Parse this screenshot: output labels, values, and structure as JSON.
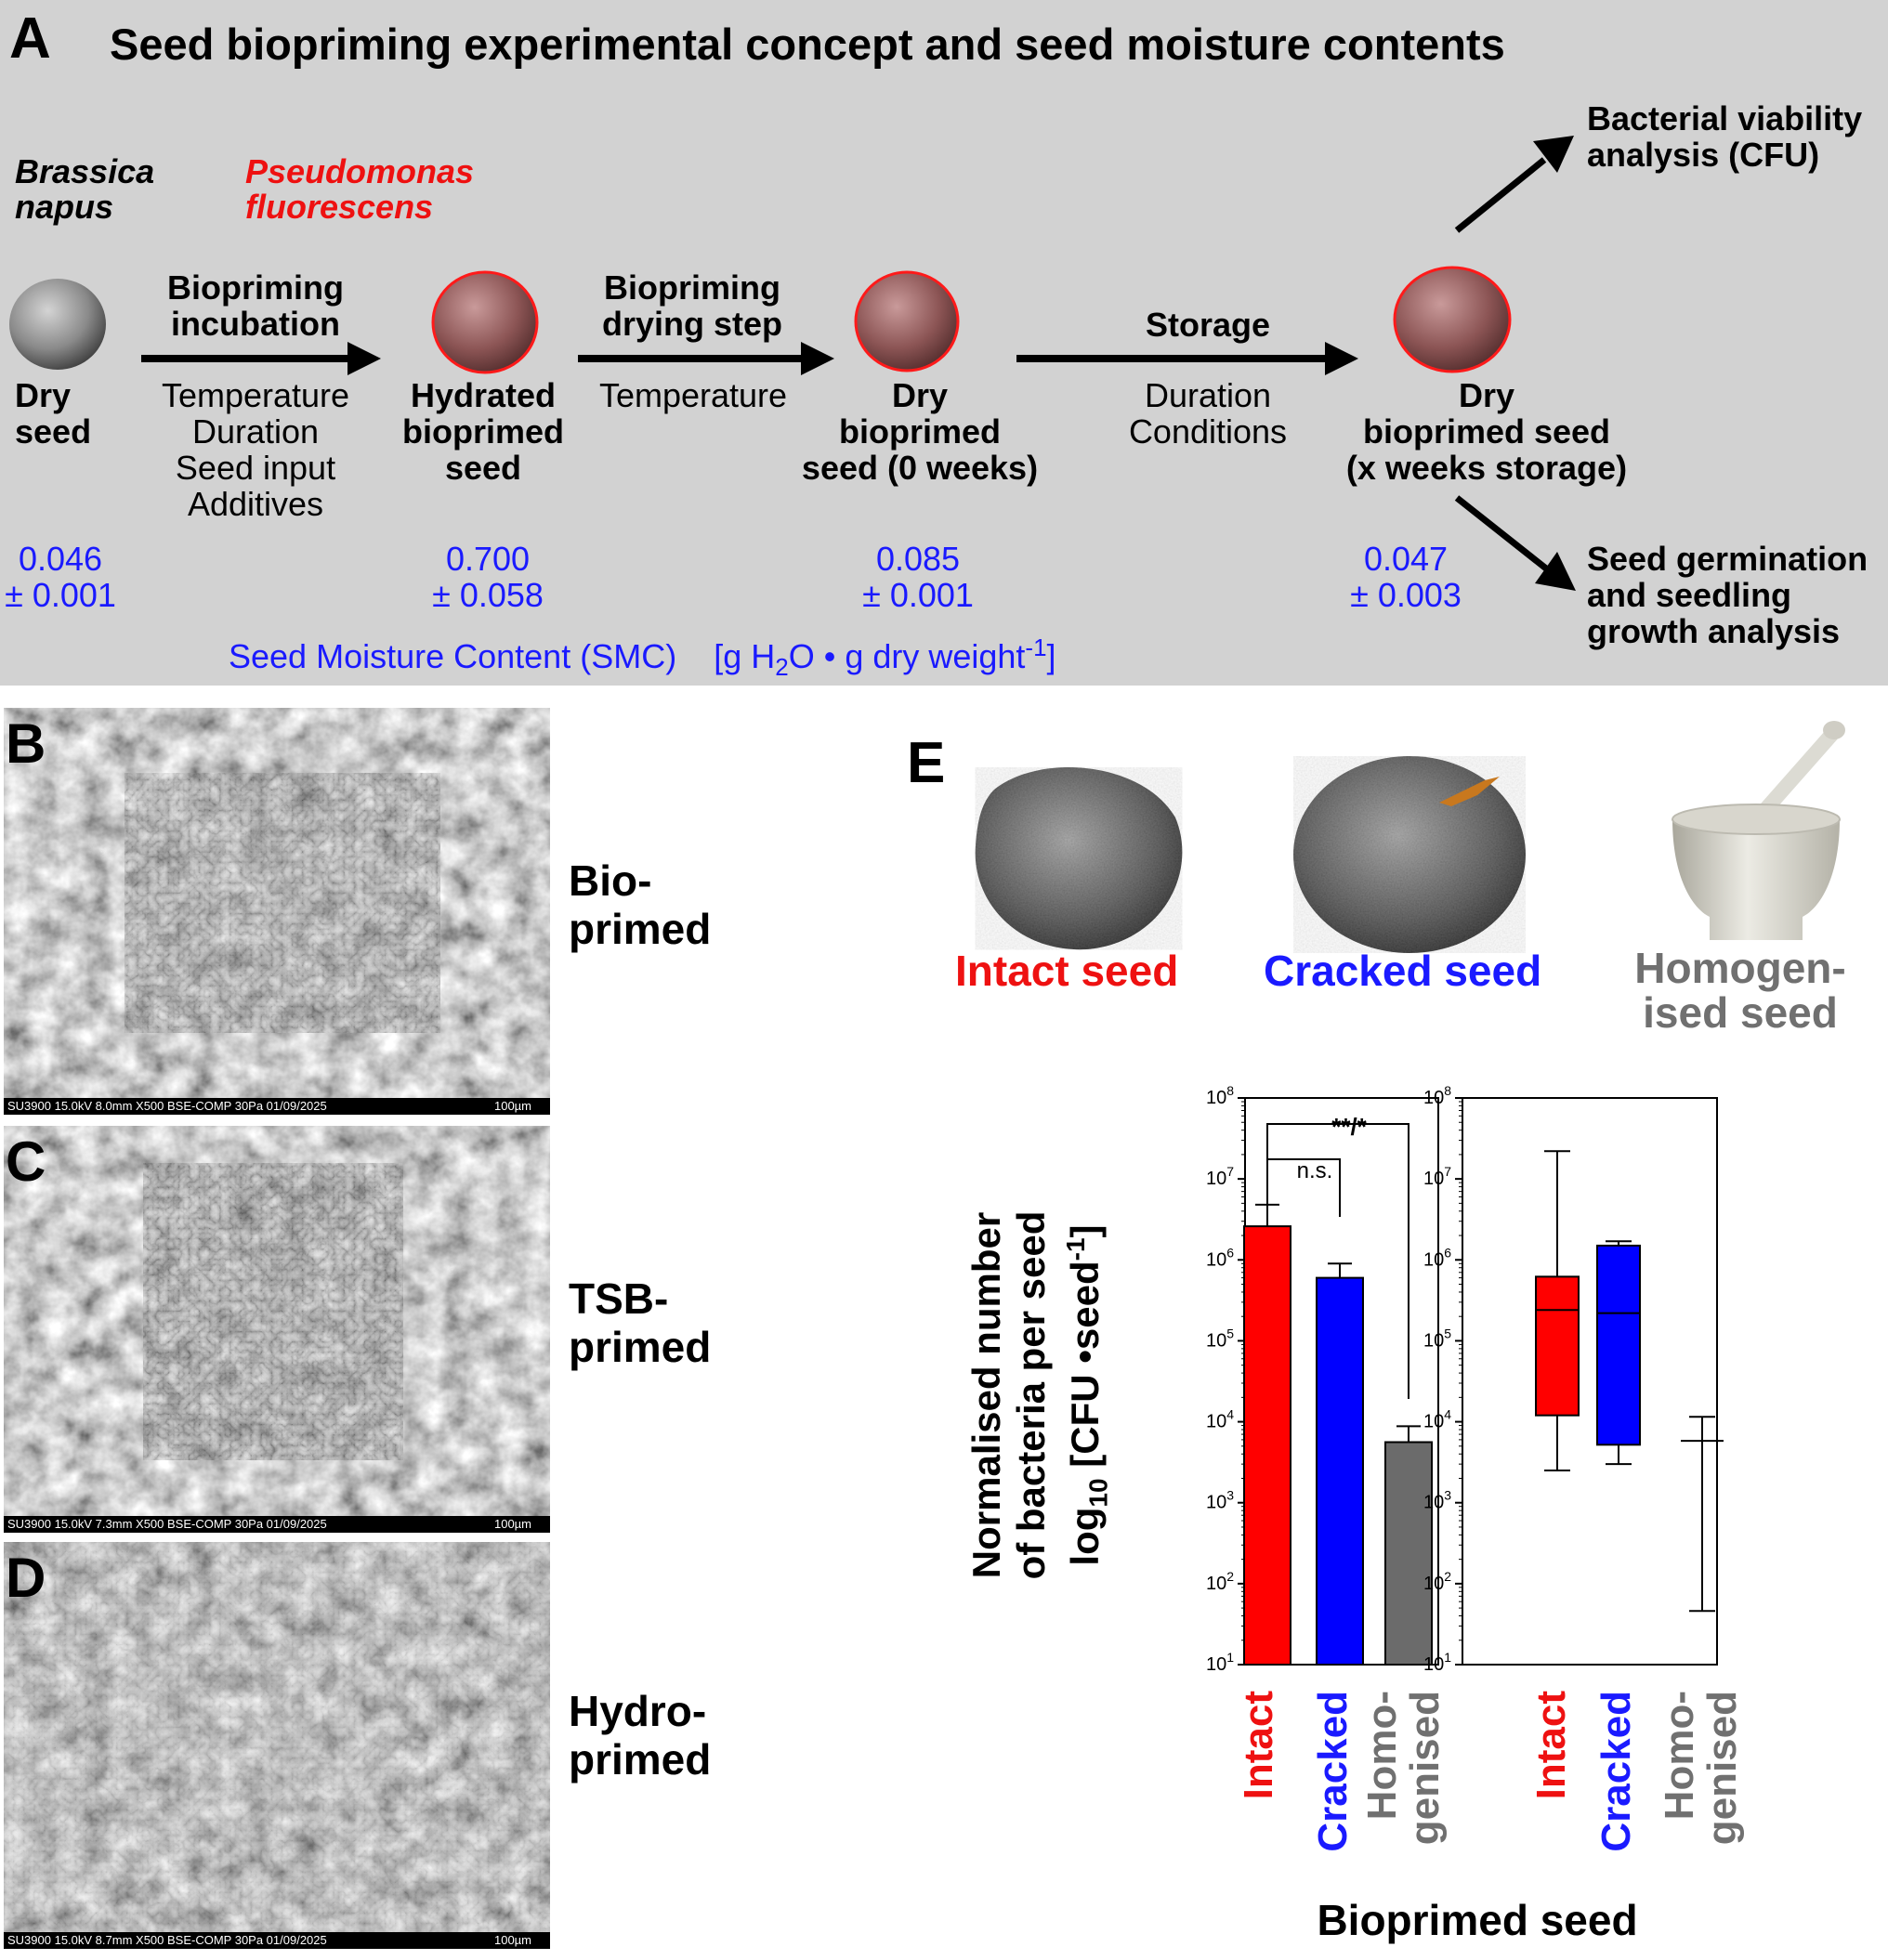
{
  "panelA": {
    "letter": "A",
    "title": "Seed biopriming experimental concept and seed moisture contents",
    "species_plant": [
      "Brassica",
      "napus"
    ],
    "species_bacterium": [
      "Pseudomonas",
      "fluorescens"
    ],
    "steps": [
      {
        "label": [
          "Dry",
          "seed"
        ],
        "smc": [
          "0.046",
          "± 0.001"
        ]
      },
      {
        "label": [
          "Hydrated",
          "bioprimed",
          "seed"
        ],
        "smc": [
          "0.700",
          "± 0.058"
        ]
      },
      {
        "label": [
          "Dry",
          "bioprimed",
          "seed (0 weeks)"
        ],
        "smc": [
          "0.085",
          "± 0.001"
        ]
      },
      {
        "label": [
          "Dry",
          "bioprimed seed",
          "(x weeks storage)"
        ],
        "smc": [
          "0.047",
          "± 0.003"
        ]
      }
    ],
    "arrows": [
      {
        "title": [
          "Biopriming",
          "incubation"
        ],
        "params": [
          "Temperature",
          "Duration",
          "Seed input",
          "Additives"
        ]
      },
      {
        "title": [
          "Biopriming",
          "drying step"
        ],
        "params": [
          "Temperature"
        ]
      },
      {
        "title": [
          "Storage"
        ],
        "params": [
          "Duration",
          "Conditions"
        ]
      }
    ],
    "outcome_top": [
      "Bacterial viability",
      "analysis (CFU)"
    ],
    "outcome_bottom": [
      "Seed germination",
      "and seedling",
      "growth analysis"
    ],
    "smc_caption": "Seed Moisture Content (SMC)",
    "smc_unit_a": "[g H",
    "smc_unit_sub": "2",
    "smc_unit_b": "O • g dry weight",
    "smc_unit_sup": "-1",
    "smc_unit_c": "]"
  },
  "sem_panels": [
    {
      "letter": "B",
      "label": [
        "Bio-",
        "primed"
      ],
      "info": "SU3900 15.0kV 8.0mm X500 BSE-COMP 30Pa 01/09/2025",
      "scale": "100µm"
    },
    {
      "letter": "C",
      "label": [
        "TSB-",
        "primed"
      ],
      "info": "SU3900 15.0kV 7.3mm X500 BSE-COMP 30Pa 01/09/2025",
      "scale": "100µm"
    },
    {
      "letter": "D",
      "label": [
        "Hydro-",
        "primed"
      ],
      "info": "SU3900 15.0kV 8.7mm X500 BSE-COMP 30Pa 01/09/2025",
      "scale": "100µm"
    }
  ],
  "panelE": {
    "letter": "E",
    "seed_types": [
      {
        "label": [
          "Intact seed"
        ],
        "color": "#ee1111"
      },
      {
        "label": [
          "Cracked seed"
        ],
        "color": "#1a1aff"
      },
      {
        "label": [
          "Homogen-",
          "ised seed"
        ],
        "color": "#707070"
      }
    ],
    "ylabel": [
      "Normalised number",
      "of bacteria per seed"
    ],
    "ylabel3_a": "log",
    "ylabel3_sub": "10",
    "ylabel3_b": " [CFU •seed",
    "ylabel3_sup": "-1",
    "ylabel3_c": "]",
    "xlabel": "Bioprimed seed",
    "sig_ns": "n.s.",
    "sig_star": "**/*"
  },
  "chart_data": [
    {
      "type": "bar",
      "yscale": "log",
      "ylim": [
        10,
        100000000
      ],
      "ytick_base": "10",
      "ytick_exps": [
        "1",
        "2",
        "3",
        "4",
        "5",
        "6",
        "7",
        "8"
      ],
      "categories": [
        "Intact",
        "Cracked",
        "Homo-\ngenised"
      ],
      "category_lines": [
        [
          "Intact"
        ],
        [
          "Cracked"
        ],
        [
          "Homo-",
          "genised"
        ]
      ],
      "values": [
        2600000,
        600000,
        5600
      ],
      "error_upper": [
        4800000,
        900000,
        8800
      ],
      "colors": [
        "#ff0000",
        "#0000ff",
        "#6b6b6b"
      ],
      "annotations": [
        {
          "text": "n.s.",
          "between": [
            "Intact",
            "Cracked"
          ]
        },
        {
          "text": "**/*",
          "between": [
            "Intact",
            "Homo-\ngenised"
          ]
        }
      ]
    },
    {
      "type": "box",
      "yscale": "log",
      "ylim": [
        10,
        100000000
      ],
      "ytick_base": "10",
      "ytick_exps": [
        "1",
        "2",
        "3",
        "4",
        "5",
        "6",
        "7",
        "8"
      ],
      "categories": [
        "Intact",
        "Cracked",
        "Homo-\ngenised"
      ],
      "category_lines": [
        [
          "Intact"
        ],
        [
          "Cracked"
        ],
        [
          "Homo-",
          "genised"
        ]
      ],
      "boxes": [
        {
          "min": 2500,
          "q1": 12000,
          "median": 240000,
          "q3": 620000,
          "max": 22000000,
          "color": "#ff0000"
        },
        {
          "min": 3000,
          "q1": 5200,
          "median": 220000,
          "q3": 1500000,
          "max": 1700000,
          "color": "#0000ff"
        },
        {
          "min": 46,
          "q1": 5800,
          "median": 5800,
          "q3": 5800,
          "max": 11500,
          "color": "#ffffff"
        }
      ]
    }
  ]
}
